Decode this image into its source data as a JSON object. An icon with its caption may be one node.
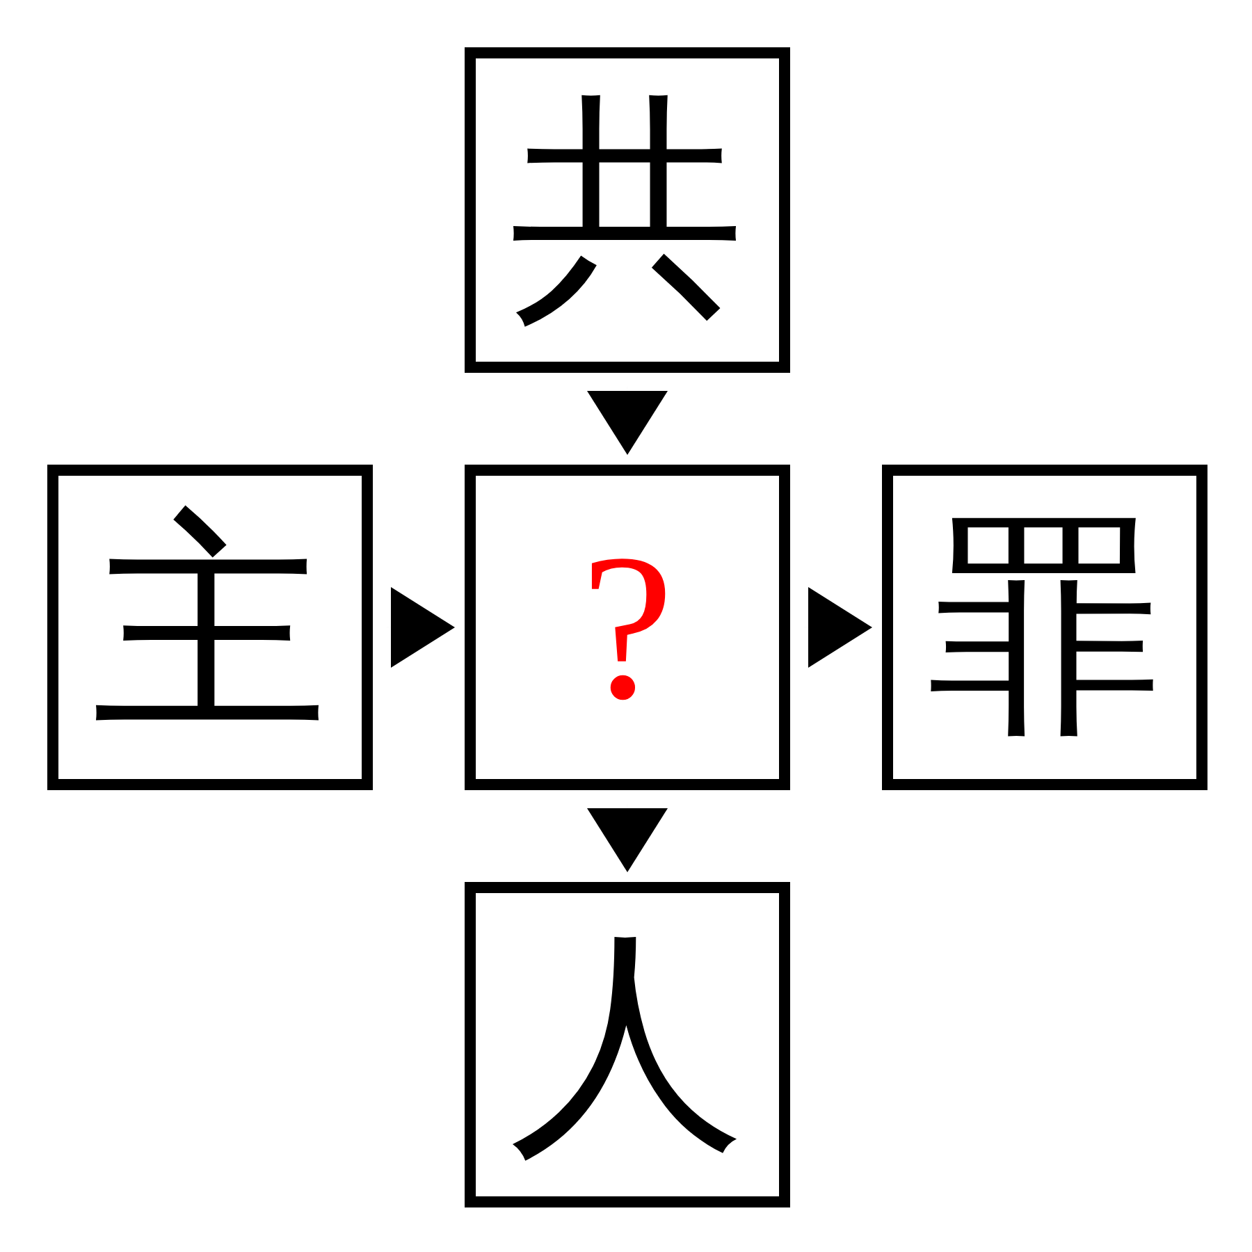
{
  "diagram": {
    "nodes": [
      {
        "text": [
          "共"
        ]
      },
      {
        "text": [
          "主"
        ]
      },
      {
        "text": [
          "?"
        ]
      },
      {
        "text": [
          "罪"
        ]
      },
      {
        "text": [
          "人"
        ]
      }
    ],
    "edges": [
      {
        "from": 0,
        "to": 2,
        "arrow": "to"
      },
      {
        "from": 1,
        "to": 2,
        "arrow": "to"
      },
      {
        "from": 2,
        "to": 3,
        "arrow": "to"
      },
      {
        "from": 2,
        "to": 4,
        "arrow": "to"
      }
    ]
  }
}
